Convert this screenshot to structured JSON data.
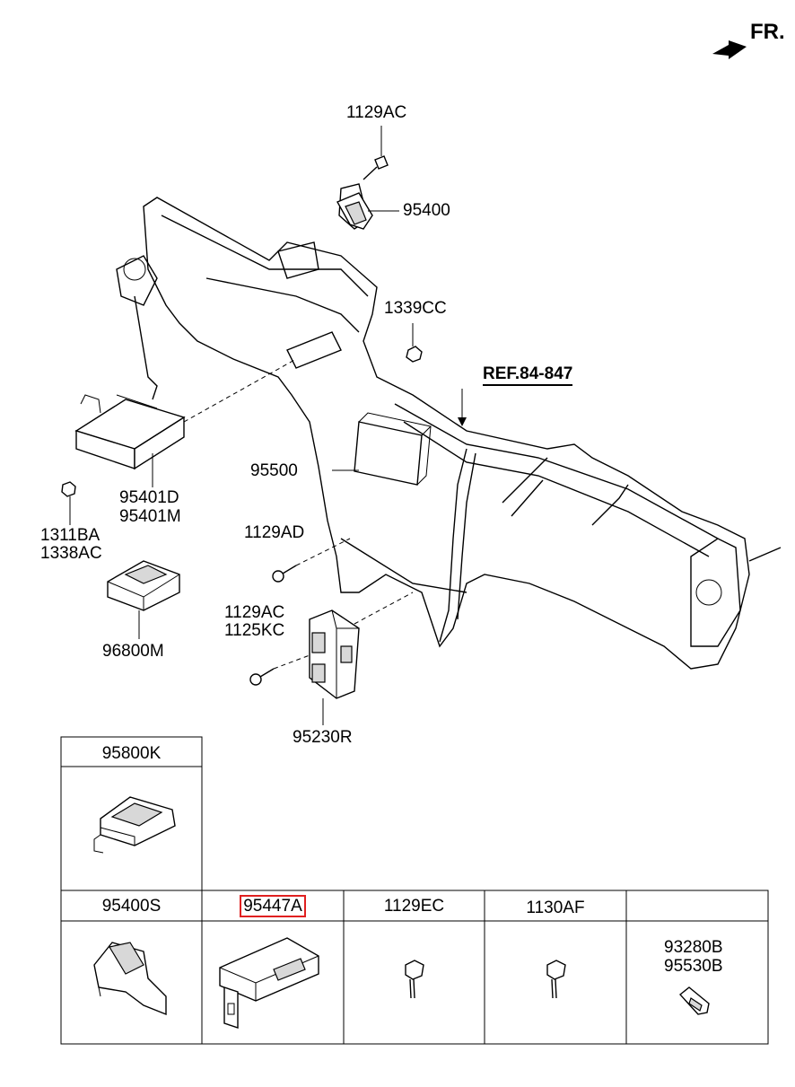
{
  "direction": {
    "label": "FR."
  },
  "reference": {
    "label": "REF.84-847"
  },
  "callouts": {
    "bolt_top": "1129AC",
    "bracket_top": "95400",
    "nut_right": "1339CC",
    "module_center": "95500",
    "bolt_mid": "1129AD",
    "module_left_1": "95401D",
    "module_left_2": "95401M",
    "nut_left_1": "1311BA",
    "nut_left_2": "1338AC",
    "switch_left": "96800M",
    "bolt_lower_1": "1129AC",
    "bolt_lower_2": "1125KC",
    "junction_box": "95230R"
  },
  "table": {
    "top_cell": {
      "title": "95800K"
    },
    "bottom_cells": [
      {
        "title": "95400S",
        "highlighted": false
      },
      {
        "title": "95447A",
        "highlighted": true
      },
      {
        "title": "1129EC",
        "highlighted": false
      },
      {
        "title": "1130AF",
        "highlighted": false
      },
      {
        "title": "",
        "highlighted": false,
        "inner_labels": [
          "93280B",
          "95530B"
        ]
      }
    ]
  },
  "colors": {
    "highlight": "#e02020",
    "line": "#000000"
  }
}
